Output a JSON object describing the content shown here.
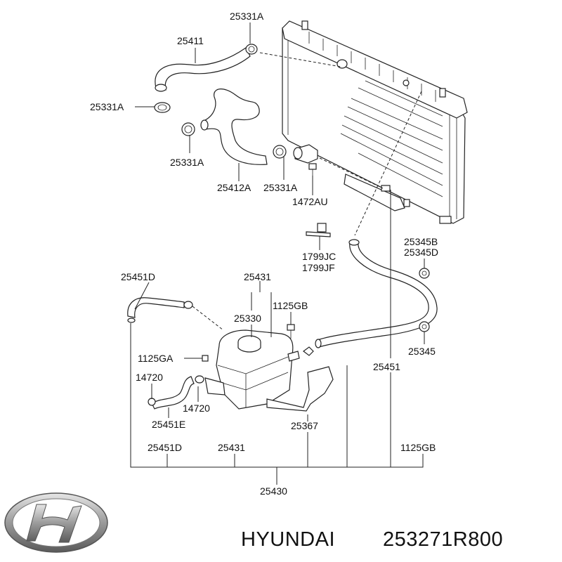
{
  "labels": {
    "l_25331A_top": "25331A",
    "l_25411": "25411",
    "l_25331A_left": "25331A",
    "l_25331A_mid": "25331A",
    "l_25412A": "25412A",
    "l_25331A_low": "25331A",
    "l_1472AU": "1472AU",
    "l_1799JC": "1799JC",
    "l_1799JF": "1799JF",
    "l_25345B": "25345B",
    "l_25345D": "25345D",
    "l_25451D_top": "25451D",
    "l_25431_top": "25431",
    "l_25330": "25330",
    "l_1125GB_top": "1125GB",
    "l_25345": "25345",
    "l_1125GA": "1125GA",
    "l_14720_a": "14720",
    "l_14720_b": "14720",
    "l_25451E": "25451E",
    "l_25451": "25451",
    "l_25367": "25367",
    "l_25451D_bot": "25451D",
    "l_25431_bot": "25431",
    "l_1125GB_bot": "1125GB",
    "l_25430": "25430"
  },
  "brand": {
    "logo_icon": "hyundai-logo",
    "name": "HYUNDAI",
    "part_number": "253271R800"
  }
}
